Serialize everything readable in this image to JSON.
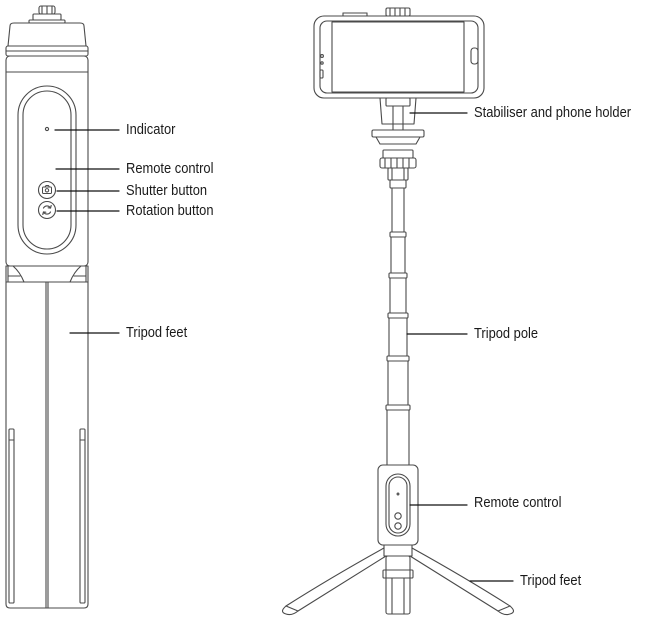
{
  "colors": {
    "outline": "#4a4a4a",
    "leader": "#111111",
    "text": "#1a1a1a",
    "fill": "#ffffff",
    "shade": "#efefef"
  },
  "left_view": {
    "labels": {
      "indicator": "Indicator",
      "remote_control": "Remote control",
      "shutter_button": "Shutter button",
      "rotation_button": "Rotation button",
      "tripod_feet": "Tripod feet"
    },
    "icons": {
      "shutter": "camera-icon",
      "rotation": "rotate-icon"
    }
  },
  "right_view": {
    "labels": {
      "stabiliser": "Stabiliser and phone holder",
      "tripod_pole": "Tripod pole",
      "remote_control": "Remote control",
      "tripod_feet": "Tripod feet"
    }
  }
}
